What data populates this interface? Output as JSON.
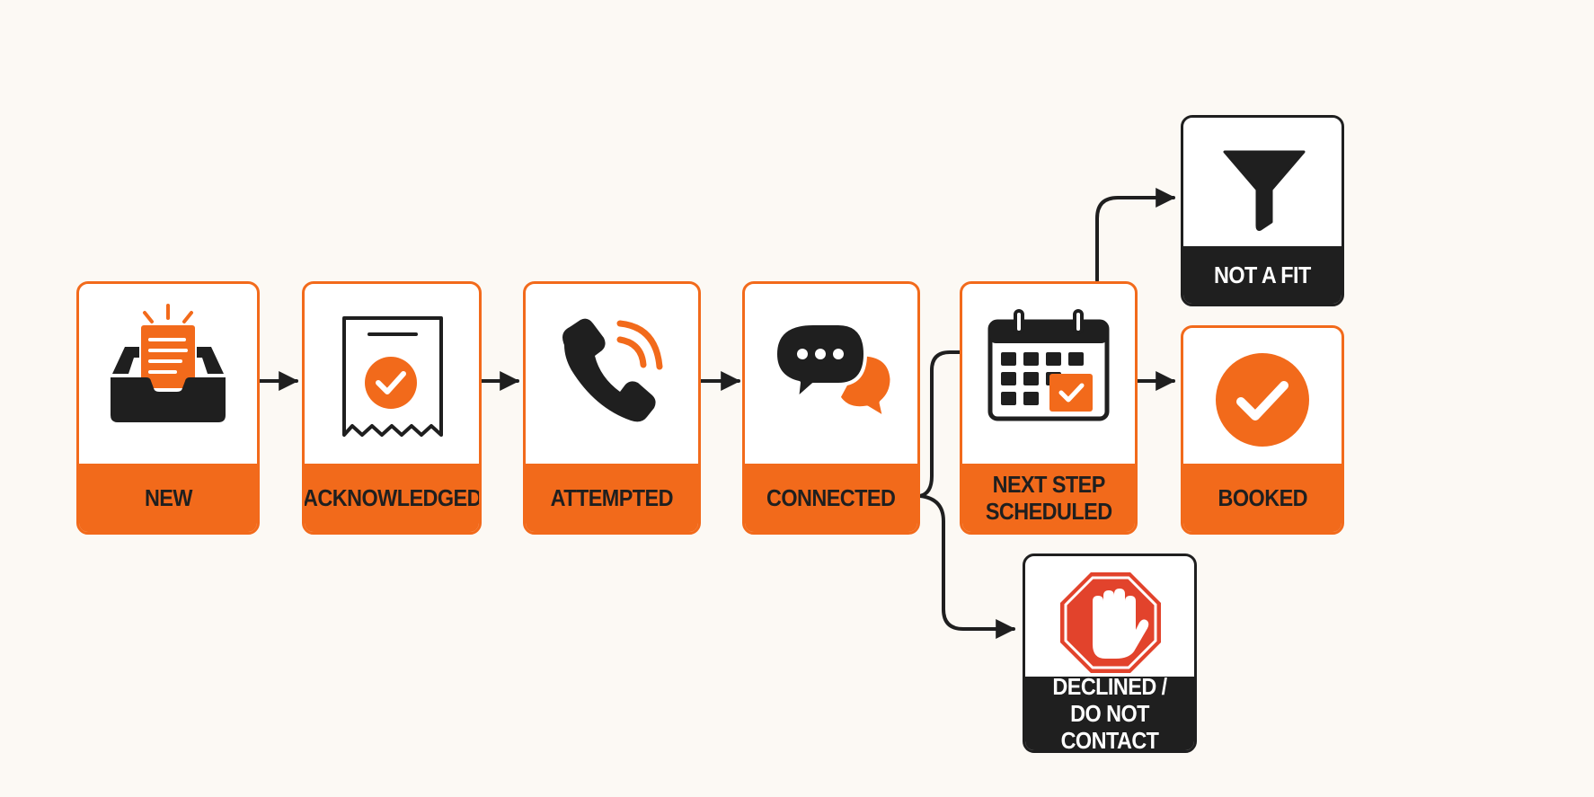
{
  "colors": {
    "accent": "#f26a1b",
    "dark": "#1f1f1f",
    "background": "#fcf9f4",
    "stop_red": "#e2432c"
  },
  "stages": {
    "new": {
      "label": "NEW",
      "icon": "inbox-document-icon"
    },
    "acknowledged": {
      "label": "ACKNOWLEDGED",
      "icon": "receipt-check-icon"
    },
    "attempted": {
      "label": "ATTEMPTED",
      "icon": "phone-call-icon"
    },
    "connected": {
      "label": "CONNECTED",
      "icon": "chat-bubbles-icon"
    },
    "next_step_scheduled": {
      "label": "NEXT STEP\nSCHEDULED",
      "icon": "calendar-check-icon"
    },
    "not_a_fit": {
      "label": "NOT A FIT",
      "icon": "funnel-icon"
    },
    "booked": {
      "label": "BOOKED",
      "icon": "checkmark-circle-icon"
    },
    "declined": {
      "label": "DECLINED /\nDO NOT CONTACT",
      "icon": "stop-hand-icon"
    }
  }
}
